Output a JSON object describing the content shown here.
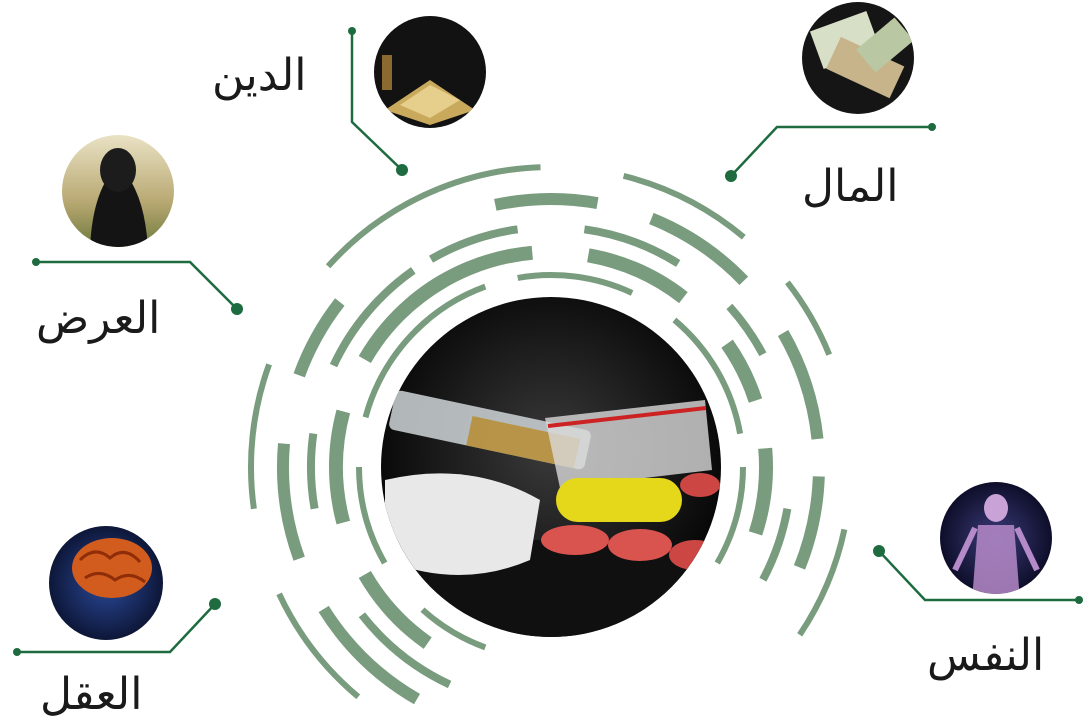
{
  "labels": {
    "religion": "الدين",
    "wealth": "المال",
    "honor": "العرض",
    "self": "النفس",
    "mind": "العقل"
  },
  "colors": {
    "accent_green": "#7a9c7e",
    "connector_green": "#1e6b3f",
    "text": "#1a1a1a"
  },
  "center_image": "drugs-pills-syringe-photo",
  "thumbnails": {
    "religion": "open-book-lantern-photo",
    "wealth": "money-banknotes-photo",
    "honor": "veiled-woman-photo",
    "self": "human-body-anatomy-photo",
    "mind": "brain-head-scan-photo"
  }
}
